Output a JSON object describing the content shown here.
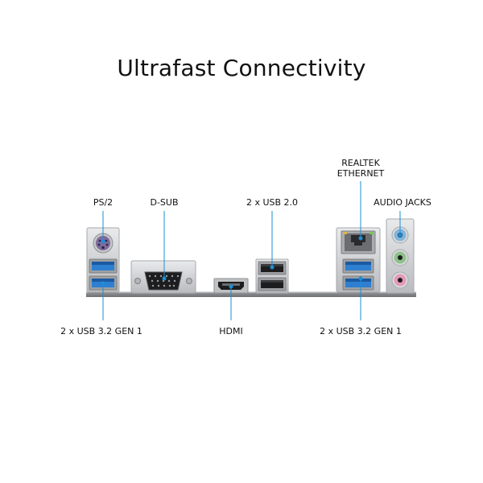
{
  "title": "Ultrafast Connectivity",
  "labels": {
    "ps2": "PS/2",
    "dsub": "D-SUB",
    "usb20": "2 x USB 2.0",
    "realtek_line1": "REALTEK",
    "realtek_line2": "ETHERNET",
    "audio": "AUDIO JACKS",
    "usb32_left": "2 x USB 3.2 GEN 1",
    "hdmi": "HDMI",
    "usb32_right": "2 x USB 3.2 GEN 1"
  },
  "colors": {
    "callout": "#1b8fd6",
    "usb3": "#2f7fd1",
    "ps2": "#7d6a9c",
    "audio_blue": "#7fb4dc",
    "audio_green": "#8fc08a",
    "audio_pink": "#e49ab3",
    "metal": "#c9cbcd",
    "dark": "#1d1d1f"
  }
}
